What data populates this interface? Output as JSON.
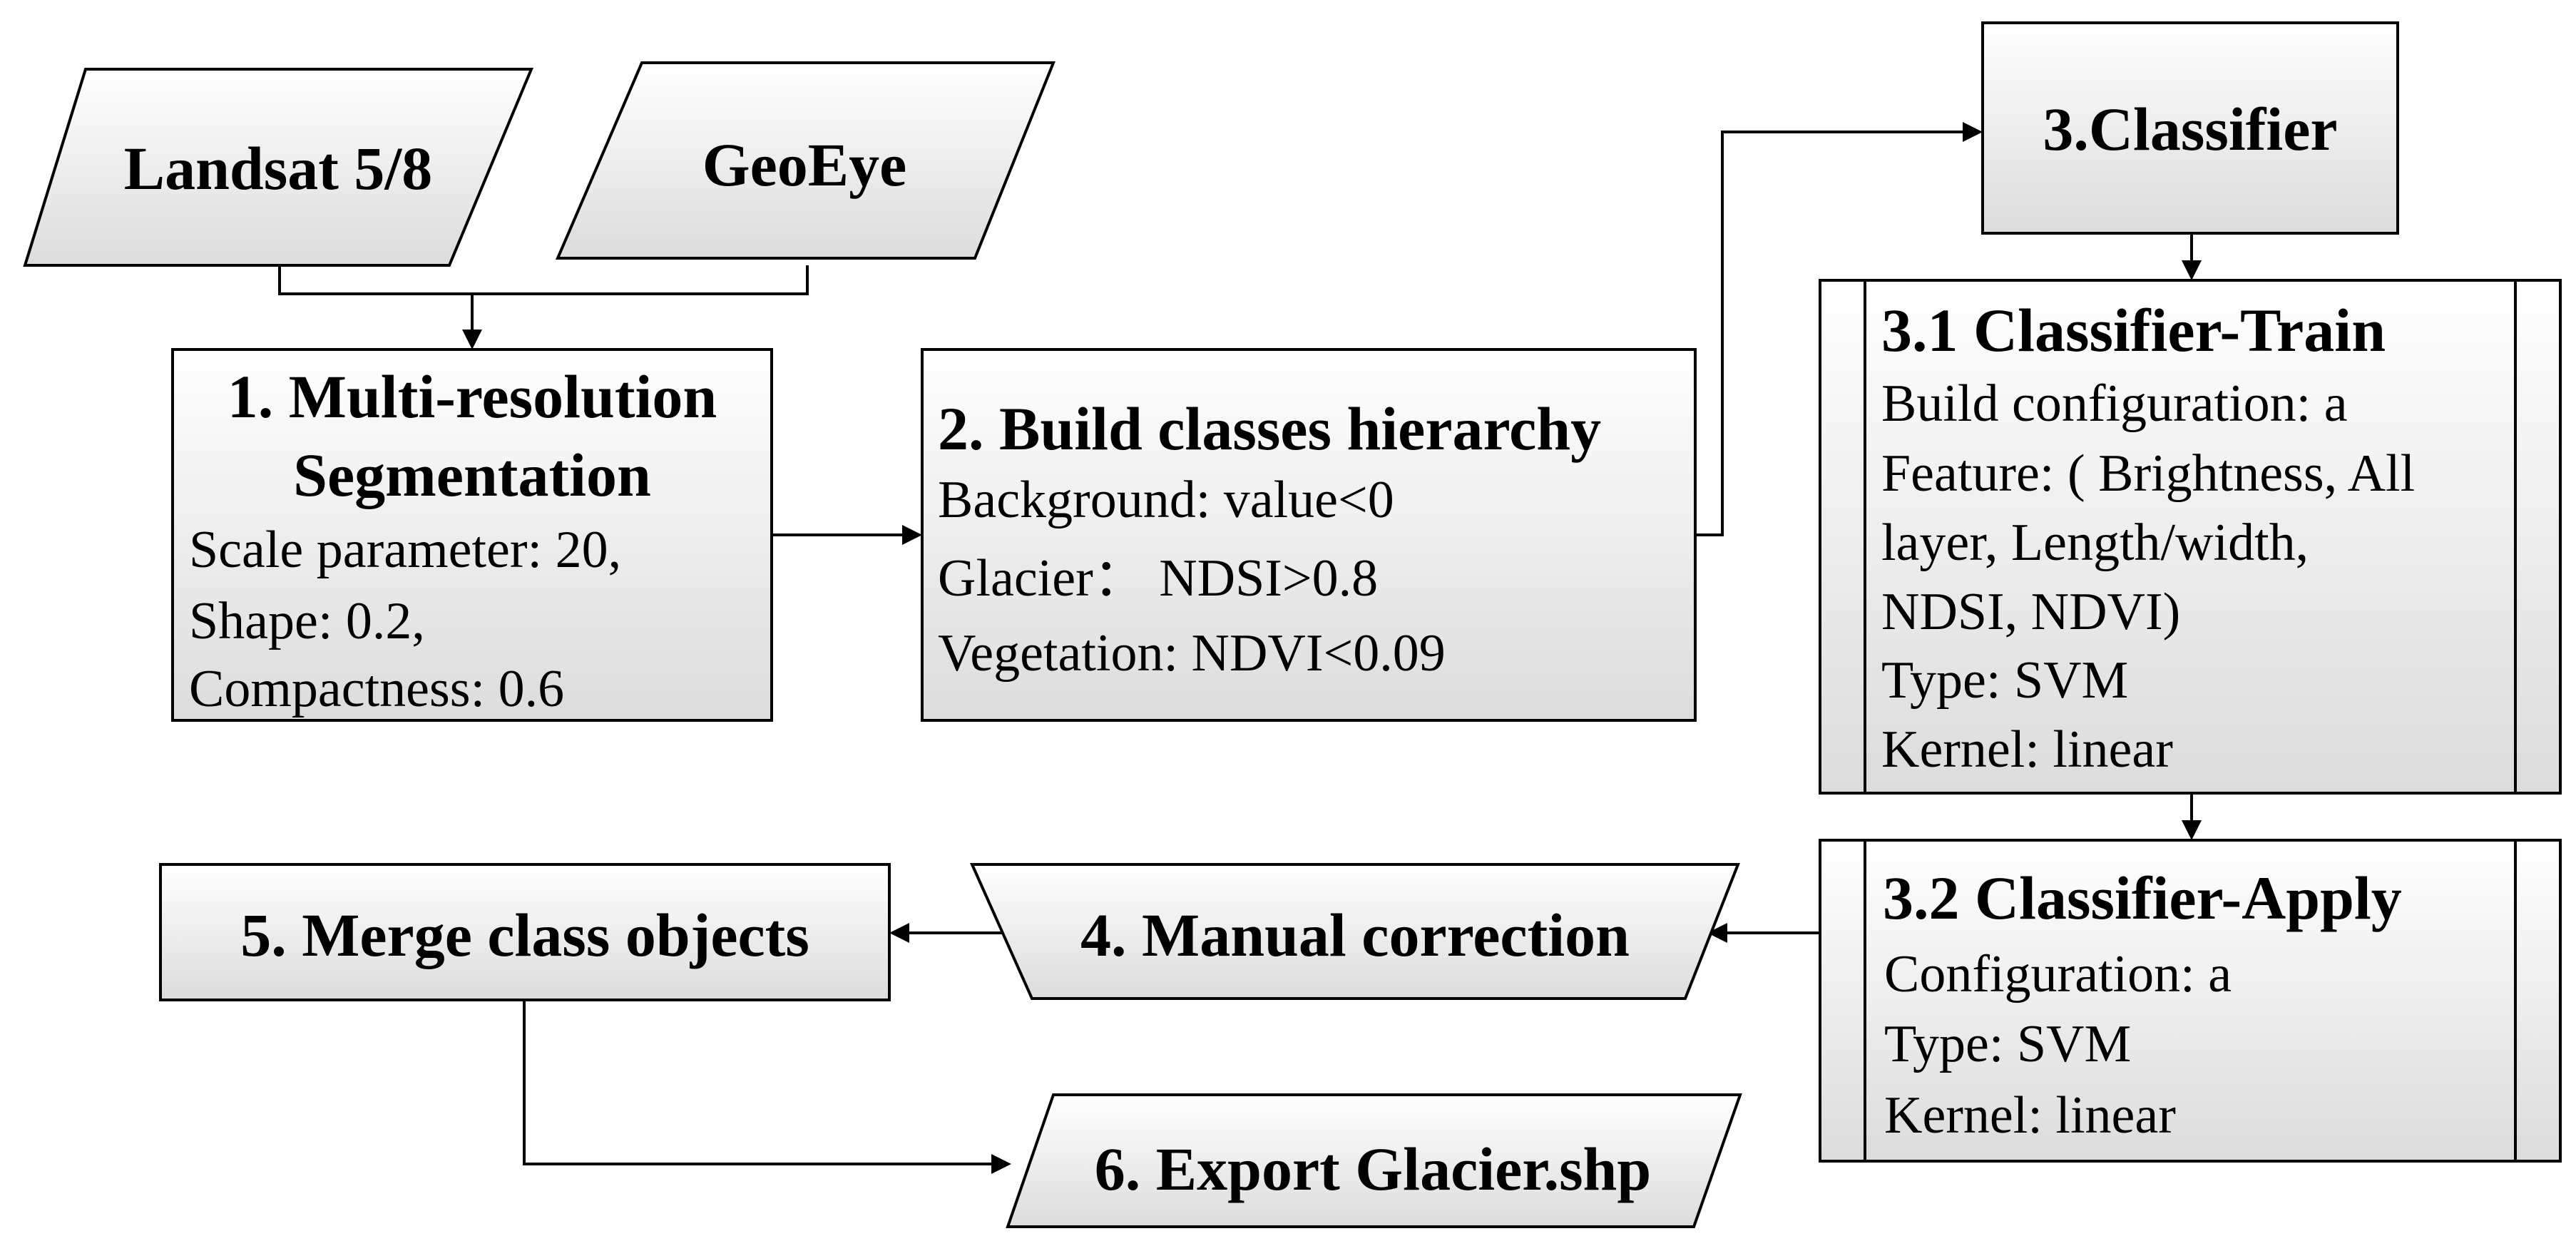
{
  "inputs": {
    "landsat": "Landsat 5/8",
    "geoeye": "GeoEye"
  },
  "step1": {
    "title_line1": "1. Multi-resolution",
    "title_line2": "Segmentation",
    "lines": [
      "Scale parameter: 20,",
      "Shape: 0.2,",
      "Compactness: 0.6"
    ]
  },
  "step2": {
    "title": "2. Build classes hierarchy",
    "lines": [
      "Background: value<0",
      "Glacier：  NDSI>0.8",
      "Vegetation:   NDVI<0.09"
    ]
  },
  "step3": {
    "title": "3.Classifier"
  },
  "step3_1": {
    "title": "3.1 Classifier-Train",
    "lines": [
      "Build configuration: a",
      "Feature: ( Brightness, All",
      "layer, Length/width,",
      "NDSI, NDVI)",
      "Type: SVM",
      "Kernel: linear"
    ]
  },
  "step3_2": {
    "title": "3.2 Classifier-Apply",
    "lines": [
      "Configuration: a",
      "Type: SVM",
      "Kernel: linear"
    ]
  },
  "step4": {
    "title": "4. Manual correction"
  },
  "step5": {
    "title": "5. Merge class objects"
  },
  "step6": {
    "title": "6.  Export Glacier.shp"
  }
}
